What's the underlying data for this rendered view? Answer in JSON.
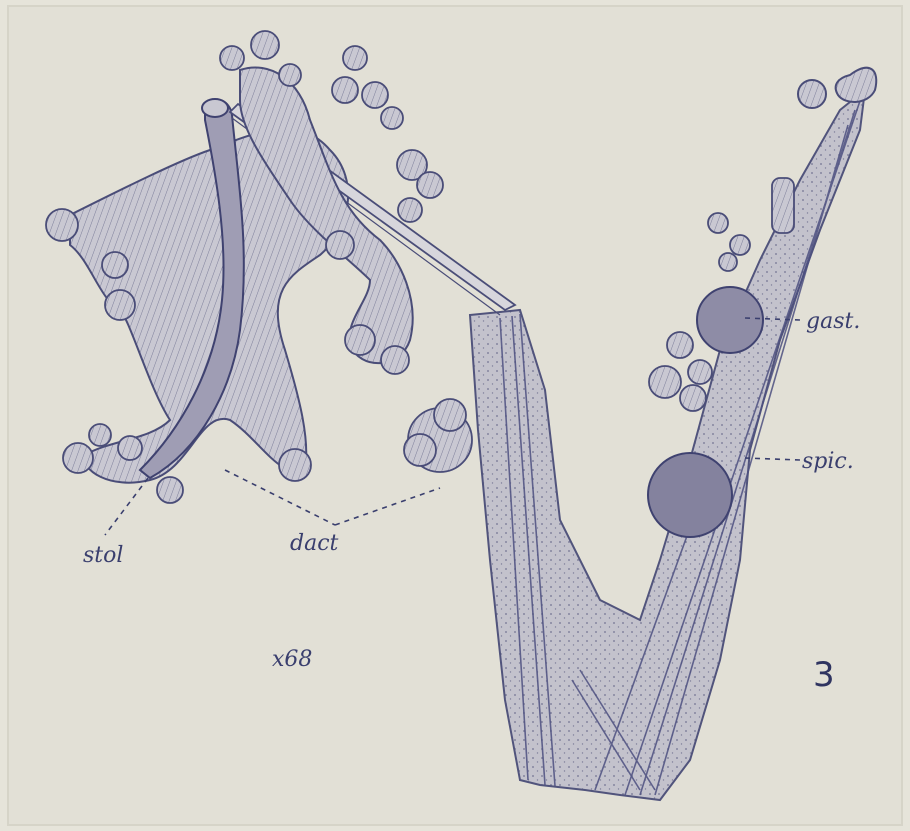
{
  "figure": {
    "plate_number": "3",
    "magnification": "x68",
    "labels": {
      "gastrozooid": "gast.",
      "spicules": "spic.",
      "stolon": "stol",
      "dactylozooid": "dact"
    }
  },
  "colors": {
    "paper": "#e6e4da",
    "ink": "#3a3f6e",
    "tissue": "#b9b8c6",
    "tissue_dark": "#8f8fa8"
  }
}
